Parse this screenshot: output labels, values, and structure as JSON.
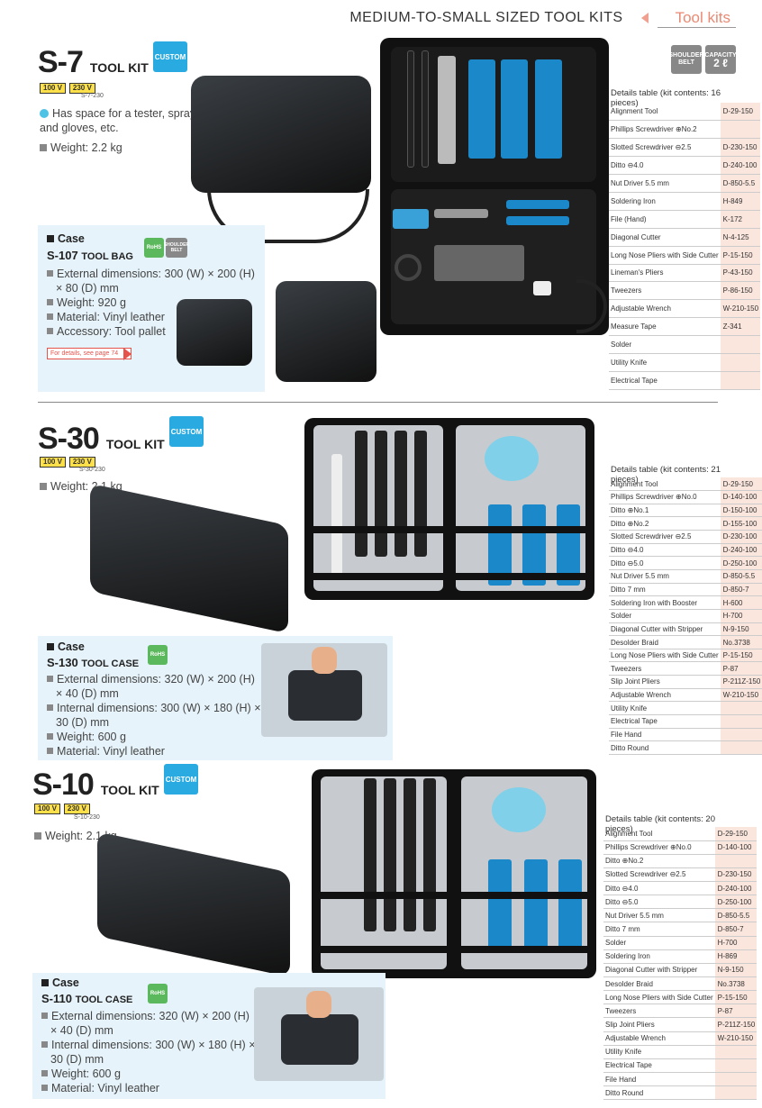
{
  "header": {
    "title": "MEDIUM-TO-SMALL SIZED TOOL KITS",
    "tab": "Tool kits"
  },
  "top_badges": {
    "shoulder": "SHOULDER BELT",
    "capacity_label": "CAPACITY",
    "capacity_value": "2 ℓ"
  },
  "s7": {
    "model": "S-7",
    "model_sub": "TOOL KIT",
    "custom": "CUSTOM",
    "volt1": "100 V",
    "volt2": "230 V",
    "volt_code": "S-7-230",
    "feature1": "Has space for a tester, spray, and gloves, etc.",
    "feature2": "Weight: 2.2 kg",
    "case": {
      "heading": "Case",
      "model": "S-107",
      "model_sub": "TOOL BAG",
      "rohs": "RoHS",
      "shoulder": "SHOULDER BELT",
      "items": [
        "External dimensions: 300 (W) × 200 (H) × 80 (D) mm",
        "Weight: 920 g",
        "Material: Vinyl leather",
        "Accessory: Tool pallet"
      ],
      "link": "For details, see page 74"
    },
    "table_caption": "Details table (kit contents: 16 pieces)",
    "table": [
      [
        "Alignment Tool",
        "D-29-150"
      ],
      [
        "Phillips Screwdriver ⊕No.2",
        ""
      ],
      [
        "Slotted Screwdriver ⊖2.5",
        "D-230-150"
      ],
      [
        "Ditto ⊖4.0",
        "D-240-100"
      ],
      [
        "Nut Driver 5.5 mm",
        "D-850-5.5"
      ],
      [
        "Soldering Iron",
        "H-849"
      ],
      [
        "File (Hand)",
        "K-172"
      ],
      [
        "Diagonal Cutter",
        "N-4-125"
      ],
      [
        "Long Nose Pliers with Side Cutter",
        "P-15-150"
      ],
      [
        "Lineman's Pliers",
        "P-43-150"
      ],
      [
        "Tweezers",
        "P-86-150"
      ],
      [
        "Adjustable Wrench",
        "W-210-150"
      ],
      [
        "Measure Tape",
        "Z-341"
      ],
      [
        "Solder",
        ""
      ],
      [
        "Utility Knife",
        ""
      ],
      [
        "Electrical Tape",
        ""
      ]
    ]
  },
  "s30": {
    "model": "S-30",
    "model_sub": "TOOL KIT",
    "custom": "CUSTOM",
    "volt1": "100 V",
    "volt2": "230 V",
    "volt_code": "S-30-230",
    "feature1": "Weight: 2.1 kg",
    "case": {
      "heading": "Case",
      "model": "S-130",
      "model_sub": "TOOL CASE",
      "rohs": "RoHS",
      "items": [
        "External dimensions: 320 (W) × 200 (H) × 40 (D) mm",
        "Internal dimensions: 300 (W) × 180 (H) × 30 (D) mm",
        "Weight: 600 g",
        "Material: Vinyl leather"
      ]
    },
    "table_caption": "Details table (kit contents: 21 pieces)",
    "table": [
      [
        "Alignment Tool",
        "D-29-150"
      ],
      [
        "Phillips Screwdriver ⊕No.0",
        "D-140-100"
      ],
      [
        "Ditto ⊕No.1",
        "D-150-100"
      ],
      [
        "Ditto ⊕No.2",
        "D-155-100"
      ],
      [
        "Slotted Screwdriver ⊖2.5",
        "D-230-100"
      ],
      [
        "Ditto ⊖4.0",
        "D-240-100"
      ],
      [
        "Ditto ⊖5.0",
        "D-250-100"
      ],
      [
        "Nut Driver 5.5 mm",
        "D-850-5.5"
      ],
      [
        "Ditto 7 mm",
        "D-850-7"
      ],
      [
        "Soldering Iron with Booster",
        "H-600"
      ],
      [
        "Solder",
        "H-700"
      ],
      [
        "Diagonal Cutter with Stripper",
        "N-9-150"
      ],
      [
        "Desolder Braid",
        "No.3738"
      ],
      [
        "Long Nose Pliers with Side Cutter",
        "P-15-150"
      ],
      [
        "Tweezers",
        "P-87"
      ],
      [
        "Slip Joint Pliers",
        "P-211Z-150"
      ],
      [
        "Adjustable Wrench",
        "W-210-150"
      ],
      [
        "Utility Knife",
        ""
      ],
      [
        "Electrical Tape",
        ""
      ],
      [
        "File Hand",
        ""
      ],
      [
        "Ditto Round",
        ""
      ]
    ]
  },
  "s10": {
    "model": "S-10",
    "model_sub": "TOOL KIT",
    "custom": "CUSTOM",
    "volt1": "100 V",
    "volt2": "230 V",
    "volt_code": "S-10-230",
    "feature1": "Weight: 2.1 kg",
    "case": {
      "heading": "Case",
      "model": "S-110",
      "model_sub": "TOOL CASE",
      "rohs": "RoHS",
      "items": [
        "External dimensions: 320 (W) × 200 (H) × 40 (D) mm",
        "Internal dimensions: 300 (W) × 180 (H) × 30 (D) mm",
        "Weight: 600 g",
        "Material: Vinyl leather"
      ]
    },
    "table_caption": "Details table (kit contents: 20 pieces)",
    "table": [
      [
        "Alignment Tool",
        "D-29-150"
      ],
      [
        "Phillips Screwdriver ⊕No.0",
        "D-140-100"
      ],
      [
        "Ditto ⊕No.2",
        ""
      ],
      [
        "Slotted Screwdriver ⊖2.5",
        "D-230-150"
      ],
      [
        "Ditto ⊖4.0",
        "D-240-100"
      ],
      [
        "Ditto ⊖5.0",
        "D-250-100"
      ],
      [
        "Nut Driver 5.5 mm",
        "D-850-5.5"
      ],
      [
        "Ditto 7 mm",
        "D-850-7"
      ],
      [
        "Solder",
        "H-700"
      ],
      [
        "Soldering Iron",
        "H-869"
      ],
      [
        "Diagonal Cutter with Stripper",
        "N-9-150"
      ],
      [
        "Desolder Braid",
        "No.3738"
      ],
      [
        "Long Nose Pliers with Side Cutter",
        "P-15-150"
      ],
      [
        "Tweezers",
        "P-87"
      ],
      [
        "Slip Joint Pliers",
        "P-211Z-150"
      ],
      [
        "Adjustable Wrench",
        "W-210-150"
      ],
      [
        "Utility Knife",
        ""
      ],
      [
        "Electrical Tape",
        ""
      ],
      [
        "File Hand",
        ""
      ],
      [
        "Ditto Round",
        ""
      ]
    ]
  }
}
